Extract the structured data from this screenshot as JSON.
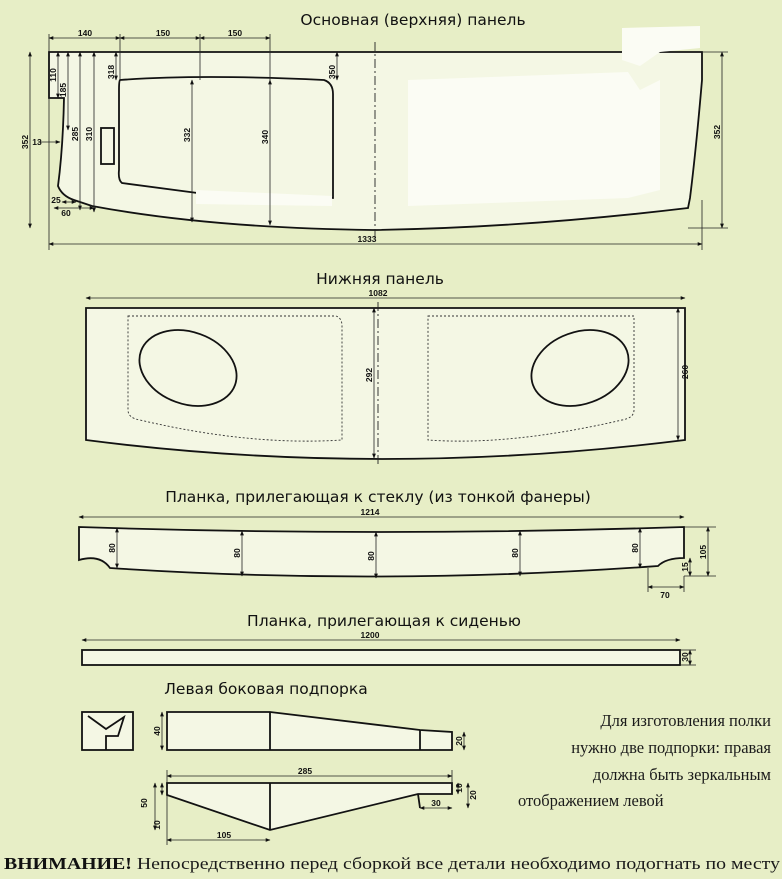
{
  "titles": {
    "top": "Основная (верхняя) панель",
    "bottom": "Нижняя панель",
    "glass": "Планка, прилегающая к стеклу (из тонкой фанеры)",
    "seat": "Планка, прилегающая к сиденью",
    "support": "Левая боковая подпорка"
  },
  "dims": {
    "top": [
      "140",
      "150",
      "150",
      "110",
      "185",
      "318",
      "350",
      "352",
      "13",
      "285",
      "310",
      "332",
      "340",
      "25",
      "60",
      "352",
      "1333"
    ],
    "bottom": [
      "1082",
      "292",
      "260"
    ],
    "glass": [
      "1214",
      "80",
      "80",
      "80",
      "80",
      "80",
      "105",
      "15",
      "70"
    ],
    "seat": [
      "1200",
      "30"
    ],
    "support": [
      "40",
      "20",
      "285",
      "50",
      "10",
      "10",
      "20",
      "30",
      "105"
    ]
  },
  "note": [
    "Для изготовления полки",
    "нужно две подпорки: правая",
    "должна быть зеркальным",
    "отображением левой"
  ],
  "warning": {
    "bold": "ВНИМАНИЕ!",
    "text": " Непосредственно перед сборкой все детали необходимо подогнать по месту"
  }
}
